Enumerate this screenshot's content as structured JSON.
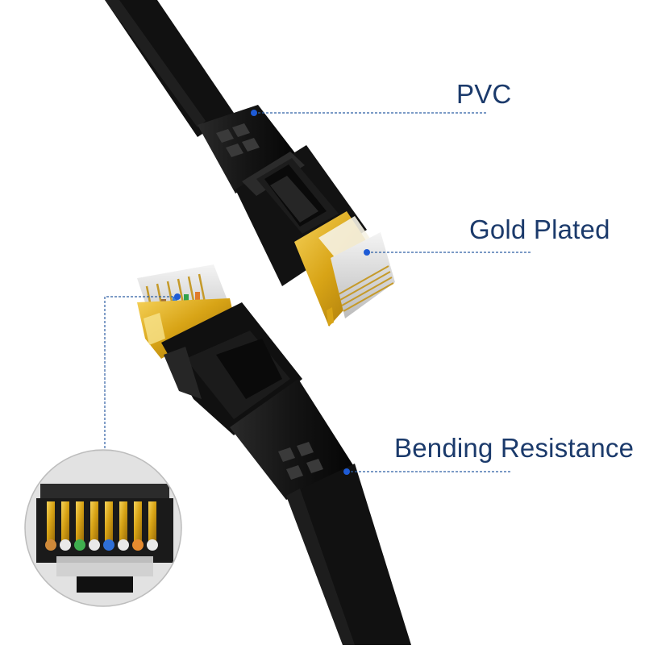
{
  "callouts": {
    "pvc": "PVC",
    "gold_plated": "Gold Plated",
    "bending_resistance": "Bending Resistance"
  },
  "colors": {
    "label_text": "#1b3a6b",
    "leader_line": "#2f5fa3",
    "leader_dot": "#1e5bd6",
    "cable": "#111111",
    "gold": "#d8a416"
  },
  "icons": {
    "connector_upper": "rj45-plug-upper",
    "connector_lower": "rj45-plug-lower",
    "inset": "rj45-wire-detail"
  }
}
